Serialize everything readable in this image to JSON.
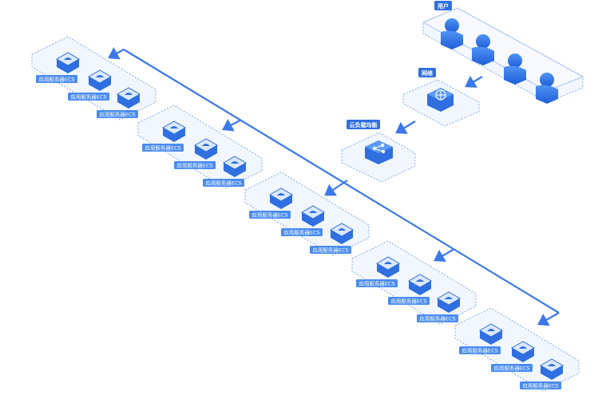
{
  "nodes": {
    "users_label": "用户",
    "network_label": "网络",
    "lb_label": "云负载均衡"
  },
  "server_groups": [
    {
      "servers": [
        "应用服务器ECS",
        "应用服务器ECS",
        "应用服务器ECS"
      ]
    },
    {
      "servers": [
        "应用服务器ECS",
        "应用服务器ECS",
        "应用服务器ECS"
      ]
    },
    {
      "servers": [
        "应用服务器ECS",
        "应用服务器ECS",
        "应用服务器ECS"
      ]
    },
    {
      "servers": [
        "应用服务器ECS",
        "应用服务器ECS",
        "应用服务器ECS"
      ]
    },
    {
      "servers": [
        "应用服务器ECS",
        "应用服务器ECS",
        "应用服务器ECS"
      ]
    }
  ],
  "colors": {
    "accent": "#2f6fe0",
    "wire": "#3b78ea",
    "label_bg": "#4a8cf0",
    "platform_fill": "#f2f6ff",
    "platform_stroke": "#7fa8f0"
  }
}
